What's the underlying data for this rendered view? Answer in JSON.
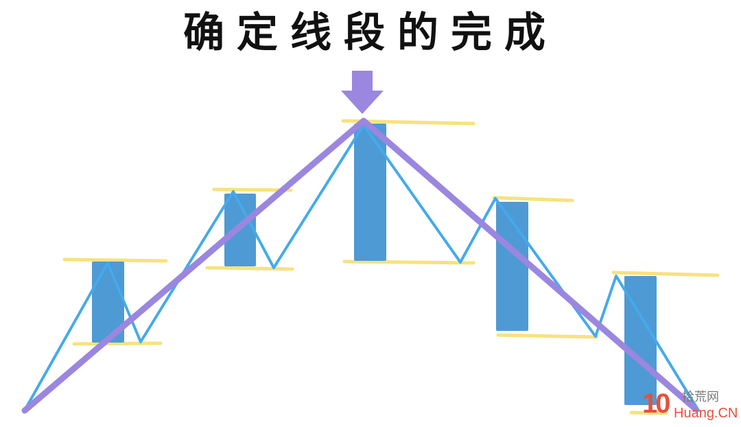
{
  "title": "确定线段的完成",
  "colors": {
    "bar": "#4e9ad4",
    "zigzag": "#44aaeb",
    "segment": "#9b86e0",
    "arrow": "#9b86e0",
    "range_line": "#f7e27e"
  },
  "watermark": {
    "number": "10",
    "site_cn": "拾荒网",
    "site_en": "Huang.CN"
  }
}
